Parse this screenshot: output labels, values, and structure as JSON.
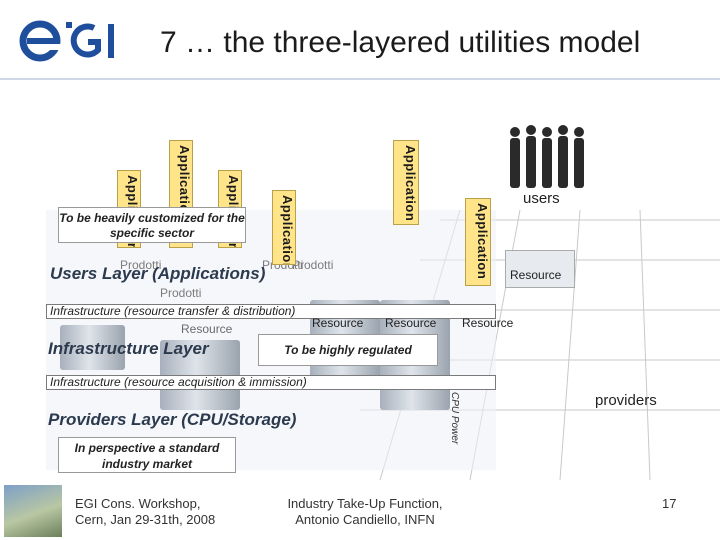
{
  "slide": {
    "title": "7 … the three-layered utilities model",
    "logo_text": "egi",
    "page_number": "17"
  },
  "applications": {
    "bars": [
      {
        "label": "Application"
      },
      {
        "label": "Application"
      },
      {
        "label": "Application"
      },
      {
        "label": "Application"
      },
      {
        "label": "Application"
      },
      {
        "label": "Application"
      }
    ]
  },
  "users": {
    "label": "users"
  },
  "providers": {
    "label": "providers"
  },
  "callouts": {
    "customized": "To be heavily customized for the specific sector",
    "regulated": "To be highly regulated",
    "standard": "In perspective a standard industry market"
  },
  "layers": {
    "users": "Users Layer (Applications)",
    "infrastructure": "Infrastructure Layer",
    "providers": "Providers Layer (CPU/Storage)"
  },
  "strips": {
    "transfer": "Infrastructure (resource transfer & distribution)",
    "acquisition": "Infrastructure (resource acquisition & immission)"
  },
  "resources": {
    "right": "Resource",
    "r1": "Resource",
    "r2": "Resource",
    "r3": "Resource",
    "r4": "Resource"
  },
  "background_labels": {
    "prodotti_1": "Prodotti",
    "prodotti_2": "Prodotti",
    "prodotti_3": "Prodotti",
    "prodotti_4": "Prodotti",
    "cpu_power": "CPU Power"
  },
  "footer": {
    "left_line1": "EGI Cons. Workshop,",
    "left_line2": "Cern, Jan 29-31th, 2008",
    "mid_line1": "Industry Take-Up Function,",
    "mid_line2": "Antonio Candiello, INFN"
  },
  "colors": {
    "app_bar": "#ffe48a",
    "logo_blue": "#1f4f9c",
    "layer_title": "#2b3a4e"
  }
}
